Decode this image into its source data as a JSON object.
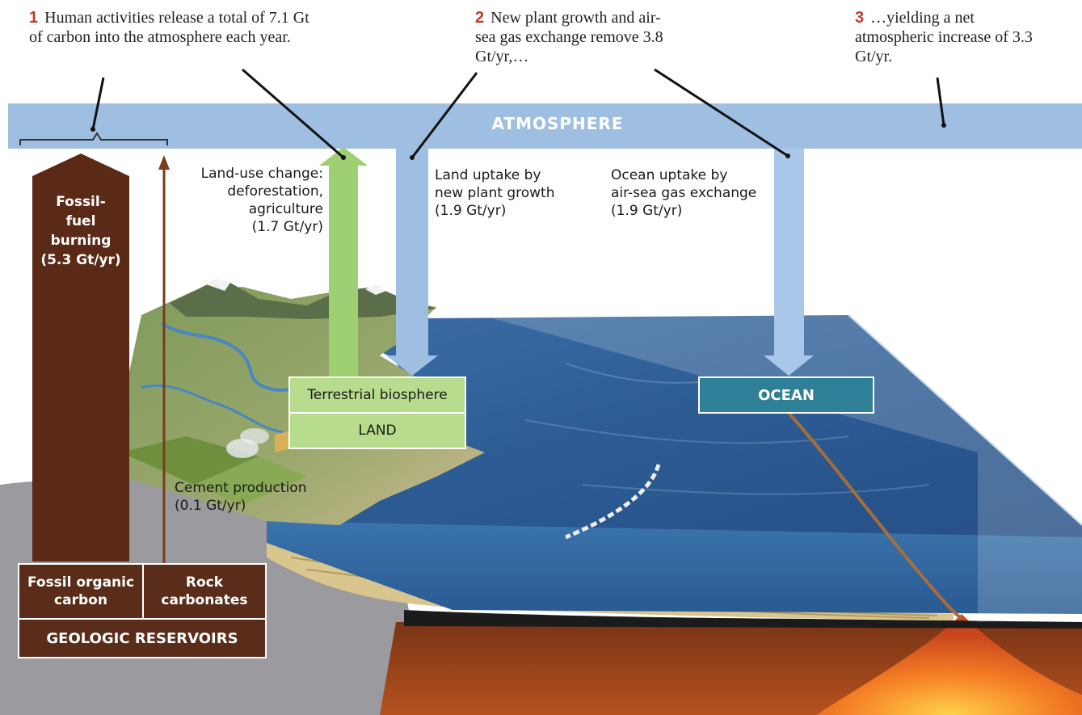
{
  "notes": {
    "n1": {
      "num": "1",
      "text": "Human activities release a total of 7.1 Gt of carbon into the atmosphere each year."
    },
    "n2": {
      "num": "2",
      "text": "New plant growth and air-sea gas exchange remove 3.8 Gt/yr,…"
    },
    "n3": {
      "num": "3",
      "text": "…yielding a net atmospheric increase of 3.3 Gt/yr."
    }
  },
  "atmosphere": {
    "label": "ATMOSPHERE"
  },
  "fossil": {
    "label": "Fossil-\nfuel\nburning\n(5.3 Gt/yr)"
  },
  "landuse": {
    "label": "Land-use change:\ndeforestation,\nagriculture\n(1.7 Gt/yr)"
  },
  "land_uptake": {
    "label": "Land uptake by\nnew plant growth\n(1.9 Gt/yr)"
  },
  "ocean_uptake": {
    "label": "Ocean uptake by\nair-sea gas exchange\n(1.9 Gt/yr)"
  },
  "cement": {
    "label": "Cement production\n(0.1 Gt/yr)"
  },
  "boxes": {
    "terrestrial": "Terrestrial biosphere",
    "land": "LAND",
    "ocean": "OCEAN",
    "fossil_organic": "Fossil organic\ncarbon",
    "rock_carbonates": "Rock\ncarbonates",
    "geologic": "GEOLOGIC RESERVOIRS"
  },
  "colors": {
    "atmosphere": "#9fbfe2",
    "fossil_arrow": "#5a2a17",
    "land_arrow": "#9ecf72",
    "uptake_arrow": "#9fbfe2",
    "land_box": "#b8dc8e",
    "ocean_box": "#2f7f97",
    "geologic_box": "#5a2d1a",
    "number": "#c0392b"
  }
}
